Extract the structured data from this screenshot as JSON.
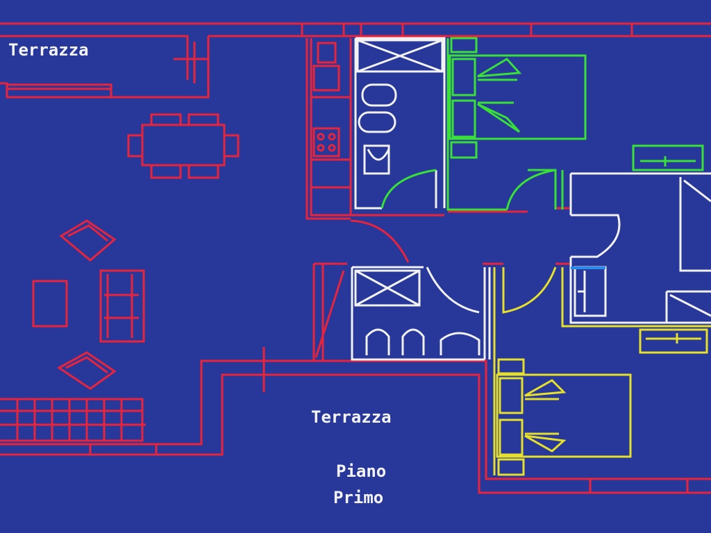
{
  "labels": {
    "terrace_top": "Terrazza",
    "terrace_bottom": "Terrazza",
    "floor_line1": "Piano",
    "floor_line2": "Primo"
  },
  "colors": {
    "background": "#27379a",
    "walls": "#e8243c",
    "bathrooms": "#f2f2f2",
    "bedroom_1": "#38e038",
    "bedroom_2": "#e6e02a",
    "window_accent": "#2a8ce8"
  }
}
